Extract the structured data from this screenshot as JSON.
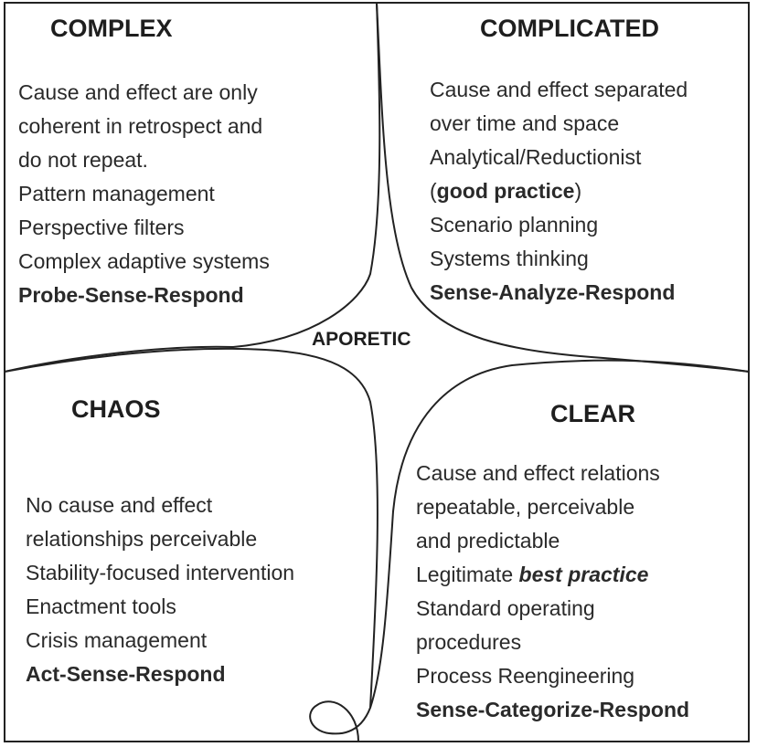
{
  "center_label": "APORETIC",
  "complex": {
    "title": "COMPLEX",
    "lines": [
      "Cause and effect are only",
      "coherent in retrospect and",
      "do not repeat.",
      "Pattern management",
      "Perspective filters",
      "Complex adaptive systems"
    ],
    "approach": "Probe-Sense-Respond"
  },
  "complicated": {
    "title": "COMPLICATED",
    "lines": [
      "Cause and effect separated",
      "over time and space",
      "Analytical/Reductionist"
    ],
    "practice_open": "(",
    "practice": "good practice",
    "practice_close": ")",
    "lines2": [
      "Scenario planning",
      "Systems thinking"
    ],
    "approach": "Sense-Analyze-Respond"
  },
  "chaos": {
    "title": "CHAOS",
    "lines": [
      "No cause and effect",
      "relationships perceivable",
      "Stability-focused intervention",
      "Enactment tools",
      "Crisis management"
    ],
    "approach": "Act-Sense-Respond"
  },
  "clear": {
    "title": "CLEAR",
    "lines": [
      "Cause and effect relations",
      "repeatable, perceivable",
      "and predictable"
    ],
    "legit_prefix": "Legitimate ",
    "legit_emph": "best practice",
    "lines2": [
      "Standard operating",
      "procedures",
      "Process Reengineering"
    ],
    "approach": "Sense-Categorize-Respond"
  }
}
